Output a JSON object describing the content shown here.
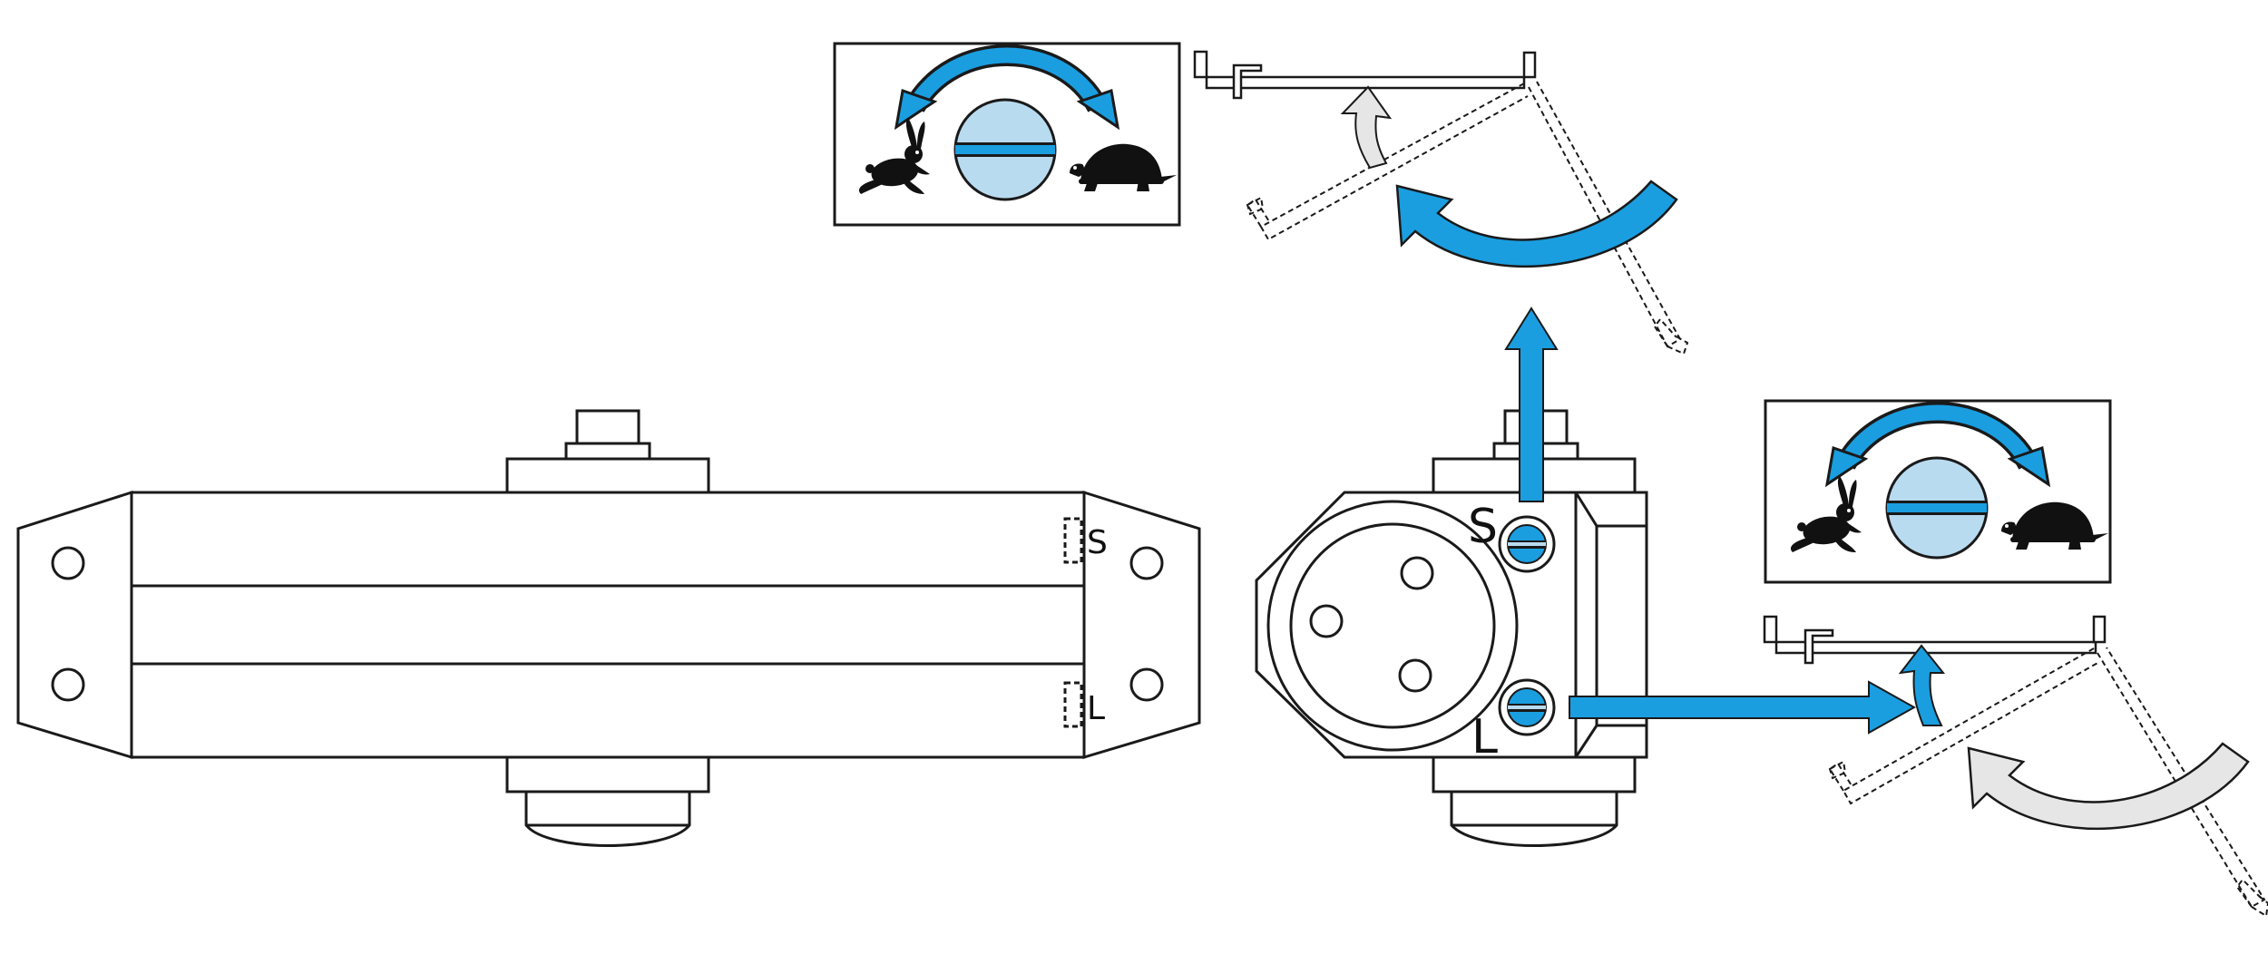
{
  "labels": {
    "body_s": "S",
    "body_l": "L",
    "valve_s": "S",
    "valve_l": "L"
  },
  "icons": {
    "fast": "rabbit-icon",
    "slow": "turtle-icon",
    "screw": "adjustment-screw-icon",
    "direction": "double-curved-arrow-icon"
  },
  "colors": {
    "accent": "#1a9ee0",
    "screw_fill": "#b9dbf0",
    "inactive_arrow": "#e6e6e6",
    "outline": "#1a1a1a"
  }
}
